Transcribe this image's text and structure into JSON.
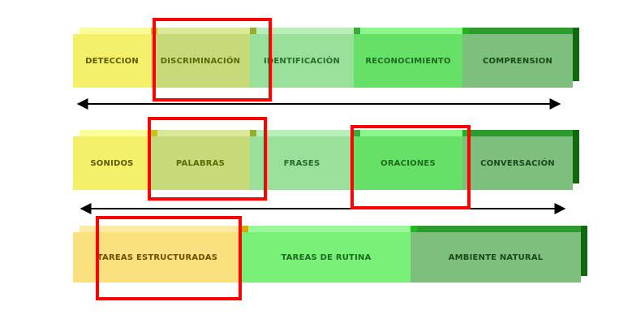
{
  "rows": [
    {
      "blocks": [
        {
          "label": "DETECCION",
          "face": "#f5f06a",
          "top": "#fafc9a",
          "side": "#c9c21a",
          "text": "#5a5a00"
        },
        {
          "label": "DISCRIMINACIÓN",
          "face": "#c7da7a",
          "top": "#dbe89a",
          "side": "#95ae2e",
          "text": "#5a6a00"
        },
        {
          "label": "IDENTIFICACIÓN",
          "face": "#9adf9a",
          "top": "#b9eeb9",
          "side": "#3da93d",
          "text": "#2a6a2a"
        },
        {
          "label": "RECONOCIMIENTO",
          "face": "#66e066",
          "top": "#8cf58c",
          "side": "#21b321",
          "text": "#1f6a1f"
        },
        {
          "label": "COMPRENSION",
          "face": "#7dbf7d",
          "top": "#2c9a2c",
          "side": "#0f6a0f",
          "text": "#1a4a1a"
        }
      ]
    },
    {
      "blocks": [
        {
          "label": "SONIDOS",
          "face": "#f5f06a",
          "top": "#fafc9a",
          "side": "#c9c21a",
          "text": "#5a5a00"
        },
        {
          "label": "PALABRAS",
          "face": "#c7da7a",
          "top": "#dbe89a",
          "side": "#95ae2e",
          "text": "#5a6a00"
        },
        {
          "label": "FRASES",
          "face": "#9adf9a",
          "top": "#b9eeb9",
          "side": "#3da93d",
          "text": "#2a6a2a"
        },
        {
          "label": "ORACIONES",
          "face": "#66e066",
          "top": "#8cf58c",
          "side": "#21b321",
          "text": "#1f6a1f"
        },
        {
          "label": "CONVERSACIÓN",
          "face": "#7dbf7d",
          "top": "#2c9a2c",
          "side": "#0f6a0f",
          "text": "#1a4a1a"
        }
      ]
    },
    {
      "blocks": [
        {
          "label": "TAREAS  ESTRUCTURADAS",
          "face": "#fbe07f",
          "top": "#fdeaa3",
          "side": "#d6a800",
          "text": "#6a5000"
        },
        {
          "label": "TAREAS DE RUTINA",
          "face": "#78f078",
          "top": "#9af89a",
          "side": "#22b922",
          "text": "#1f6a1f"
        },
        {
          "label": "AMBIENTE NATURAL",
          "face": "#7dbf7d",
          "top": "#2c9a2c",
          "side": "#0f6a0f",
          "text": "#1a4a1a"
        }
      ]
    }
  ],
  "colors": {
    "highlight": "#ff0000",
    "arrow": "#000000"
  }
}
